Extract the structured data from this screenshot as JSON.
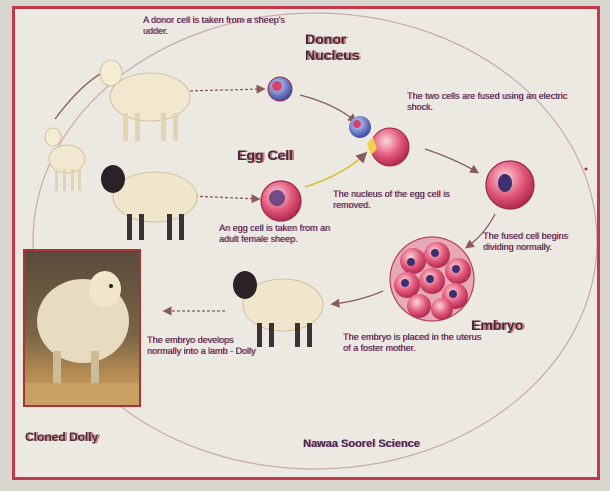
{
  "labels": {
    "donor_cell": "A donor cell is taken from a sheep's udder.",
    "donor_nucleus": "Donor Nucleus",
    "egg_cell": "Egg Cell",
    "nucleus_removed": "The nucleus of the egg cell is removed.",
    "egg_taken": "An egg cell is taken from an adult female sheep.",
    "fused": "The two cells are fused using an electric shock.",
    "fused_divides": "The fused cell begins dividing normally.",
    "embryo": "Embryo",
    "embryo_placed": "The embryo is placed in the uterus of a foster mother.",
    "embryo_develops": "The embryo develops normally into a lamb - Dolly",
    "cloned_dolly": "Cloned Dolly",
    "source": "Nawaa Soorel Science"
  },
  "colors": {
    "frame": "#c1394a",
    "cell": "#d8436a",
    "nucleus": "#3a3070",
    "arrow": "#8a5a5a",
    "wool_white": "#f1e8cf",
    "face_dark": "#2a2226"
  }
}
